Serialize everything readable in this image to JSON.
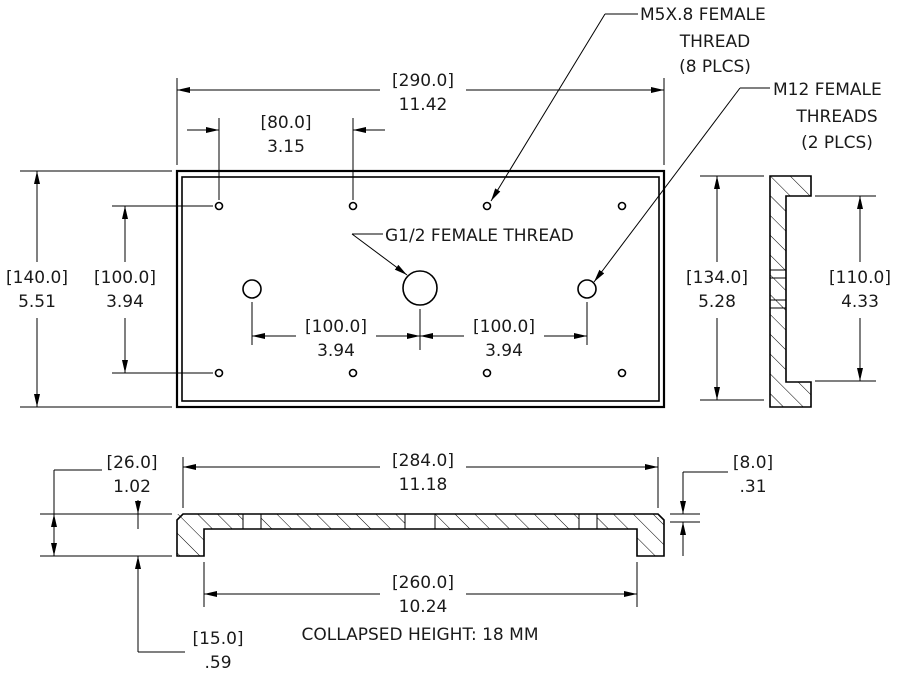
{
  "callouts": {
    "m5": [
      "M5X.8 FEMALE",
      "THREAD",
      "(8 PLCS)"
    ],
    "m12": [
      "M12 FEMALE",
      "THREADS",
      "(2 PLCS)"
    ],
    "g12": "G1/2 FEMALE THREAD"
  },
  "dims": {
    "overall_width": {
      "mm": "[290.0]",
      "in": "11.42"
    },
    "hole_x_first": {
      "mm": "[80.0]",
      "in": "3.15"
    },
    "overall_height": {
      "mm": "[140.0]",
      "in": "5.51"
    },
    "hole_y": {
      "mm": "[100.0]",
      "in": "3.94"
    },
    "center_left": {
      "mm": "[100.0]",
      "in": "3.94"
    },
    "center_right": {
      "mm": "[100.0]",
      "in": "3.94"
    },
    "side_height": {
      "mm": "[134.0]",
      "in": "5.28"
    },
    "side_threads": {
      "mm": "[110.0]",
      "in": "4.33"
    },
    "front_height": {
      "mm": "[26.0]",
      "in": "1.02"
    },
    "front_width": {
      "mm": "[284.0]",
      "in": "11.18"
    },
    "front_lip": {
      "mm": "[8.0]",
      "in": ".31"
    },
    "front_inner": {
      "mm": "[260.0]",
      "in": "10.24"
    },
    "front_base": {
      "mm": "[15.0]",
      "in": ".59"
    }
  },
  "notes": {
    "collapsed": "COLLAPSED HEIGHT: 18 MM"
  }
}
